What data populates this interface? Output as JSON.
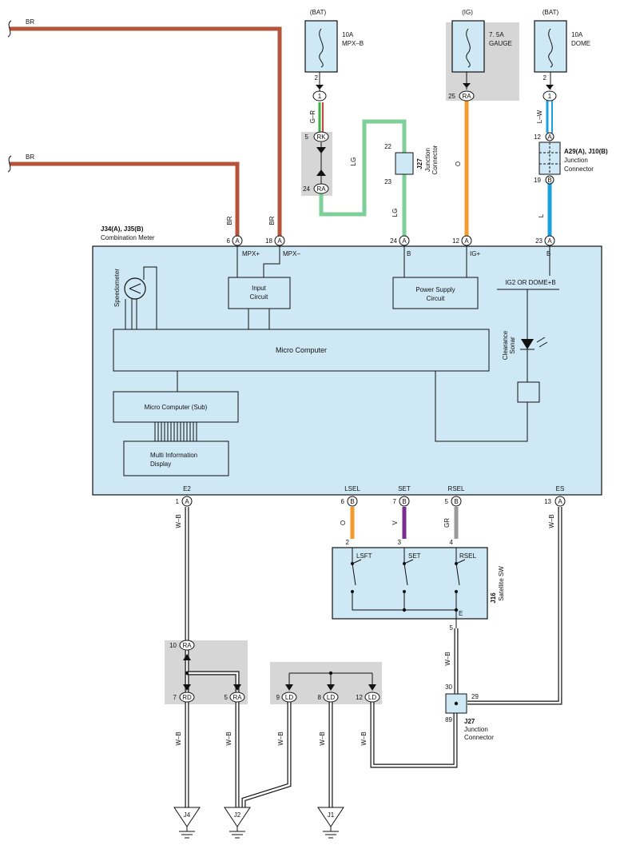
{
  "power_sources": {
    "bat1": "(BAT)",
    "ig": "(IG)",
    "bat2": "(BAT)"
  },
  "fuses": {
    "mpxb_amp": "10A",
    "mpxb_name": "MPX–B",
    "gauge_amp": "7. 5A",
    "gauge_name": "GAUGE",
    "dome_amp": "10A",
    "dome_name": "DOME"
  },
  "wire_colors": {
    "br": "BR",
    "gr": "G–R",
    "lg": "LG",
    "o": "O",
    "lw": "L–W",
    "l": "L",
    "v": "V",
    "gry": "GR",
    "wb": "W–B"
  },
  "colors": {
    "br": "#b5543a",
    "lg": "#7fcf9a",
    "o": "#f39a2e",
    "l": "#1aa0de",
    "v": "#7b2d91",
    "gr": "#9a9a9a",
    "gr_red": "#e23a2e",
    "gr_green": "#3bb34a",
    "lw_blue": "#1aa0de",
    "panel": "#cfe8f5",
    "shade": "#d6d6d6"
  },
  "connectors": {
    "j34_title": "J34(A), J35(B)",
    "j34_sub": "Combination Meter",
    "a29_title": "A29(A), J10(B)",
    "a29_sub1": "Junction",
    "a29_sub2": "Connector",
    "j27_title": "J27",
    "j27_sub1": "Junction",
    "j27_sub2": "Connector",
    "j16_title": "J16",
    "j16_sub": "Satellite SW"
  },
  "pins": {
    "rk": "RK",
    "ra": "RA",
    "rd": "RD",
    "ld": "LD",
    "a": "A",
    "b": "B",
    "one": "1",
    "n2": "2",
    "n5": "5",
    "n24": "24",
    "n25": "25",
    "n12": "12",
    "n19": "19",
    "n22": "22",
    "n23": "23",
    "n6": "6",
    "n18": "18",
    "n1": "1",
    "n7": "7",
    "n13": "13",
    "n3": "3",
    "n4": "4",
    "n10": "10",
    "n9": "9",
    "n8": "8",
    "n30": "30",
    "n29": "29",
    "n89": "89"
  },
  "meter": {
    "mpx_plus": "MPX+",
    "mpx_minus": "MPX–",
    "b": "B",
    "ig_plus": "IG+",
    "b2": "B",
    "speedometer": "Speedometer",
    "input_circuit_1": "Input",
    "input_circuit_2": "Circuit",
    "power_supply_1": "Power Supply",
    "power_supply_2": "Circuit",
    "ig2_dome": "IG2 OR DOME+B",
    "clearance_sonar_1": "Clearance",
    "clearance_sonar_2": "Sonar",
    "micro_computer": "Micro Computer",
    "micro_computer_sub": "Micro Computer (Sub)",
    "mid_1": "Multi Information",
    "mid_2": "Display",
    "e2": "E2",
    "lsel": "LSEL",
    "set": "SET",
    "rsel": "RSEL",
    "es": "ES"
  },
  "switch": {
    "lsft": "LSFT",
    "set": "SET",
    "rsel": "RSEL",
    "e": "E"
  },
  "grounds": {
    "j4": "J4",
    "j2": "J2",
    "j1": "J1"
  }
}
